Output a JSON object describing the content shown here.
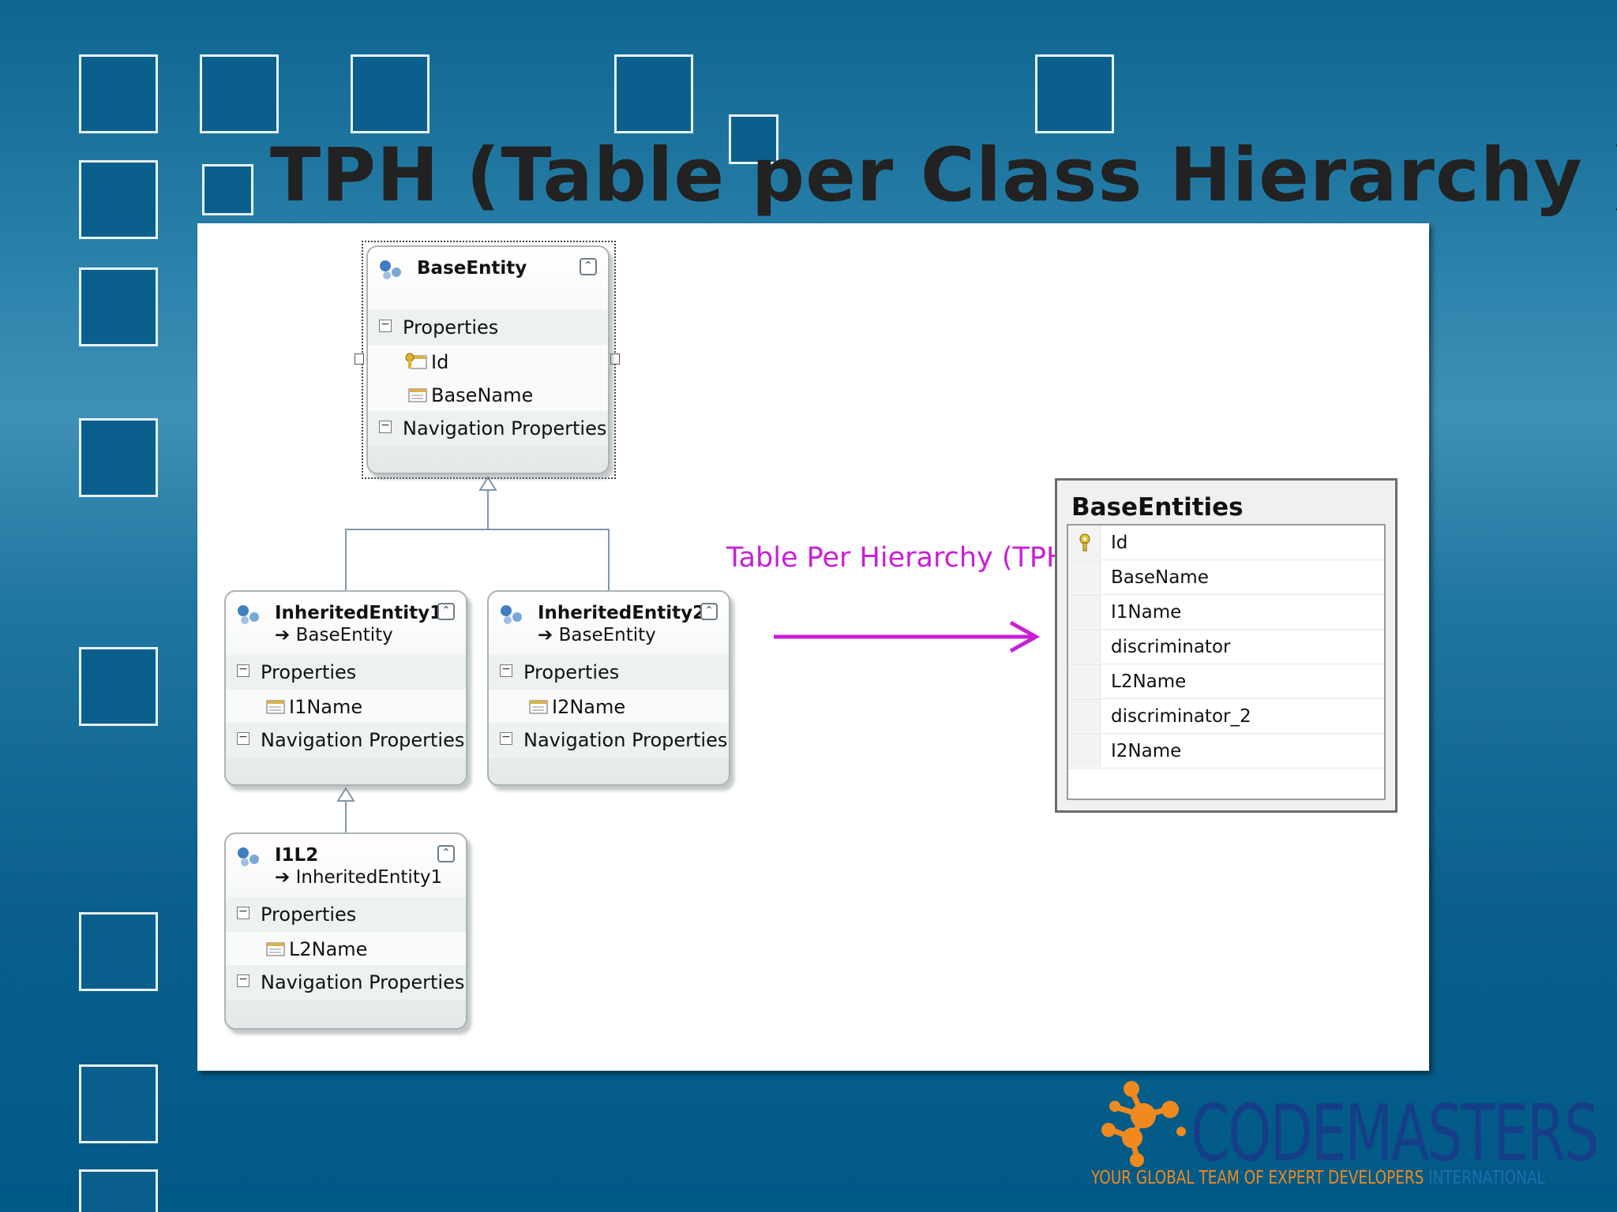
{
  "slide": {
    "title": "TPH (Table per Class Hierarchy )"
  },
  "diagram": {
    "entities": [
      {
        "name": "BaseEntity",
        "sections": [
          {
            "label": "Properties",
            "items": [
              "Id",
              "BaseName"
            ]
          },
          {
            "label": "Navigation Properties",
            "items": []
          }
        ]
      },
      {
        "name": "InheritedEntity1",
        "base": "BaseEntity",
        "sections": [
          {
            "label": "Properties",
            "items": [
              "I1Name"
            ]
          },
          {
            "label": "Navigation Properties",
            "items": []
          }
        ]
      },
      {
        "name": "InheritedEntity2",
        "base": "BaseEntity",
        "sections": [
          {
            "label": "Properties",
            "items": [
              "I2Name"
            ]
          },
          {
            "label": "Navigation Properties",
            "items": []
          }
        ]
      },
      {
        "name": "I1L2",
        "base": "InheritedEntity1",
        "sections": [
          {
            "label": "Properties",
            "items": [
              "L2Name"
            ]
          },
          {
            "label": "Navigation Properties",
            "items": []
          }
        ]
      }
    ],
    "base_prefix": "➔ ",
    "arrow_label": "Table Per Hierarchy (TPH)",
    "table": {
      "name": "BaseEntities",
      "columns": [
        "Id",
        "BaseName",
        "I1Name",
        "discriminator",
        "L2Name",
        "discriminator_2",
        "I2Name"
      ]
    }
  },
  "logo": {
    "text": "CODEMASTERS",
    "tagline": "YOUR GLOBAL TEAM OF EXPERT DEVELOPERS",
    "tagline2": "INTERNATIONAL"
  },
  "colors": {
    "arrow": "#c81fd6",
    "title": "#222222",
    "logo_blue": "#163e88",
    "logo_orange": "#f0891e"
  }
}
